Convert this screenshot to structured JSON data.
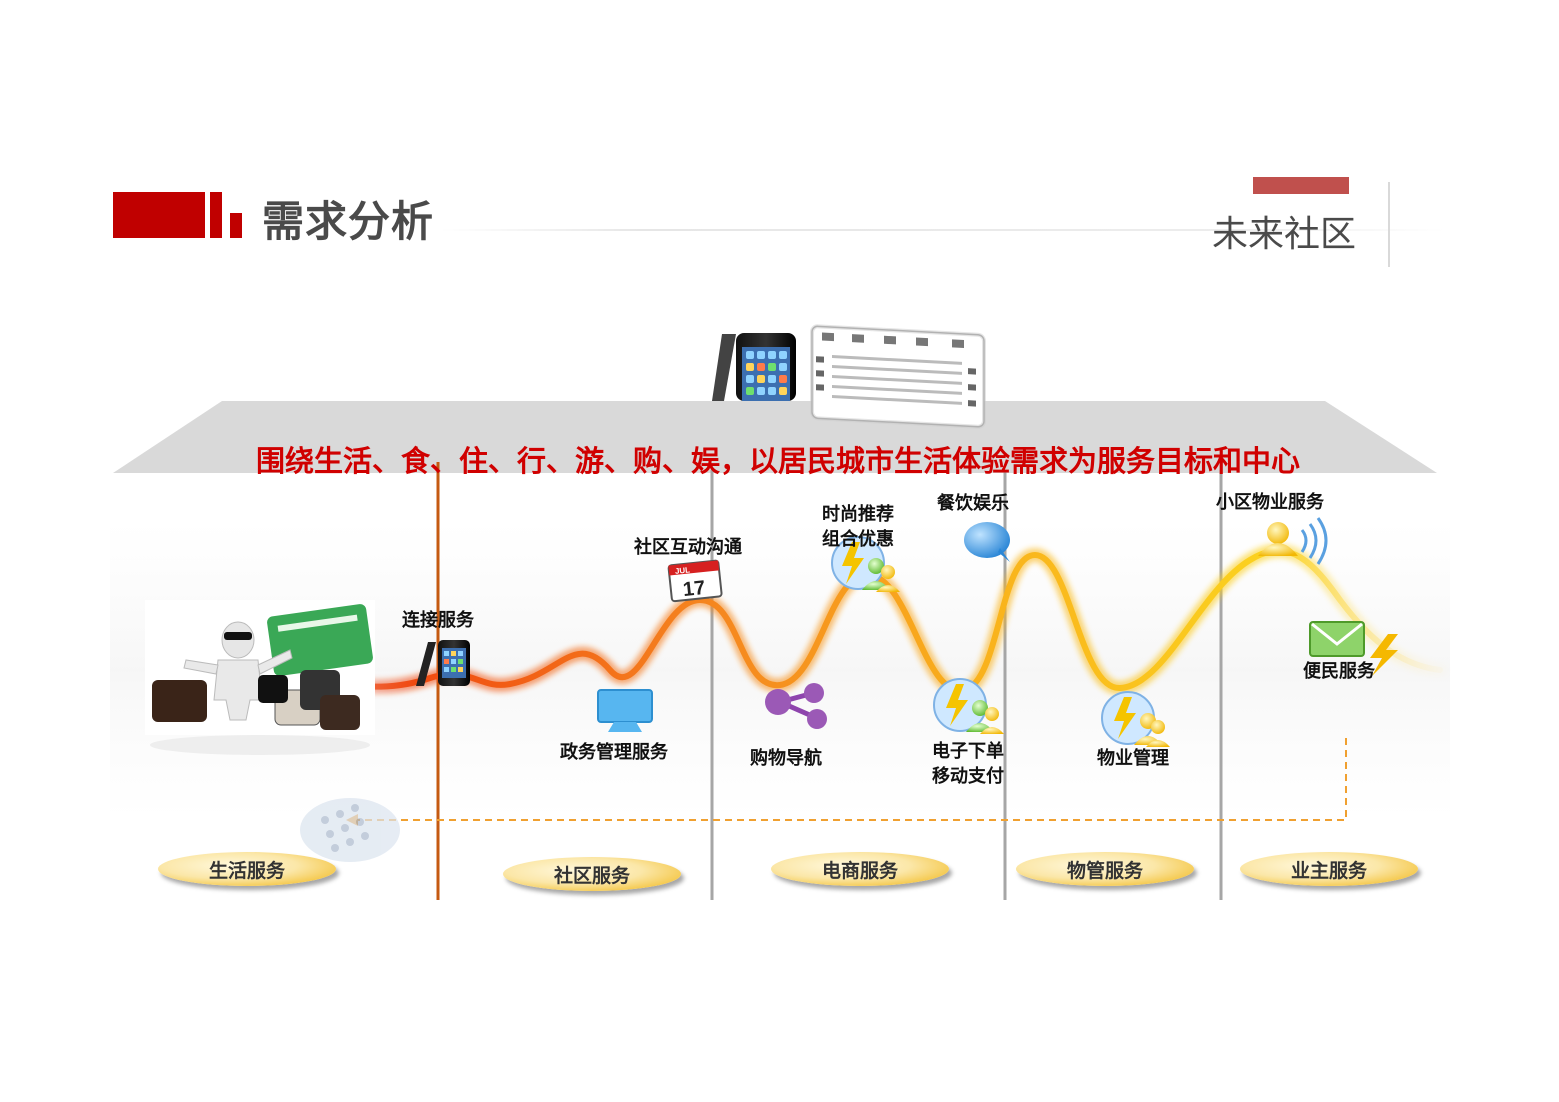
{
  "header": {
    "title": "需求分析",
    "section": "未来社区",
    "accent_color": "#c00000"
  },
  "diagram": {
    "banner": "围绕生活、食、住、行、游、购、娱，以居民城市生活体验需求为服务目标和中心",
    "services": [
      {
        "label": "连接服务",
        "icon": "phone-icon"
      },
      {
        "label": "政务管理服务",
        "icon": "monitor-icon"
      },
      {
        "label": "社区互动沟通",
        "icon": "calendar-icon",
        "calendar_month": "JUL",
        "calendar_day": "17"
      },
      {
        "label": "购物导航",
        "icon": "share-network-icon"
      },
      {
        "label": "时尚推荐",
        "label2": "组合优惠",
        "icon": "users-lightning-icon"
      },
      {
        "label": "餐饮娱乐",
        "icon": "chat-bubble-icon"
      },
      {
        "label": "电子下单",
        "label2": "移动支付",
        "icon": "users-lightning-icon"
      },
      {
        "label": "物业管理",
        "icon": "users-lightning-icon"
      },
      {
        "label": "小区物业服务",
        "icon": "user-broadcast-icon"
      },
      {
        "label": "便民服务",
        "icon": "envelope-lightning-icon"
      }
    ],
    "categories": [
      "生活服务",
      "社区服务",
      "电商服务",
      "物管服务",
      "业主服务"
    ]
  }
}
